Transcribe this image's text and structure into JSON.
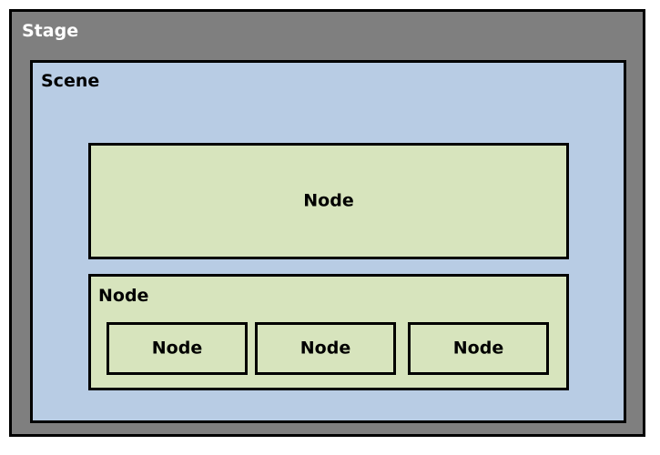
{
  "stage": {
    "label": "Stage"
  },
  "scene": {
    "label": "Scene"
  },
  "nodes": {
    "top_label": "Node",
    "group_label": "Node",
    "children": [
      "Node",
      "Node",
      "Node"
    ]
  },
  "colors": {
    "stage_fill": "#7f7f7f",
    "scene_fill": "#b8cce4",
    "node_fill": "#d7e4bd",
    "border": "#000000"
  }
}
